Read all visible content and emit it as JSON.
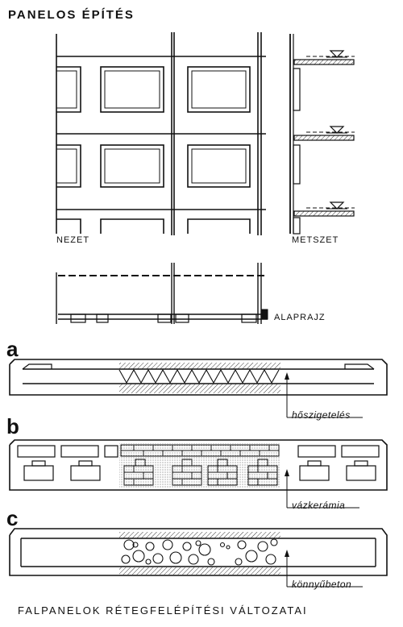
{
  "header": {
    "title": "PANELOS ÉPÍTÉS"
  },
  "views": {
    "elevation": "NEZET",
    "section": "METSZET",
    "plan": "ALAPRAJZ"
  },
  "variants": [
    {
      "letter": "a",
      "material": "hőszigetelés"
    },
    {
      "letter": "b",
      "material": "vázkerámia"
    },
    {
      "letter": "c",
      "material": "könnyűbeton"
    }
  ],
  "footer": {
    "caption": "FALPANELOK RÉTEGFELÉPÍTÉSI VÁLTOZATAI"
  }
}
